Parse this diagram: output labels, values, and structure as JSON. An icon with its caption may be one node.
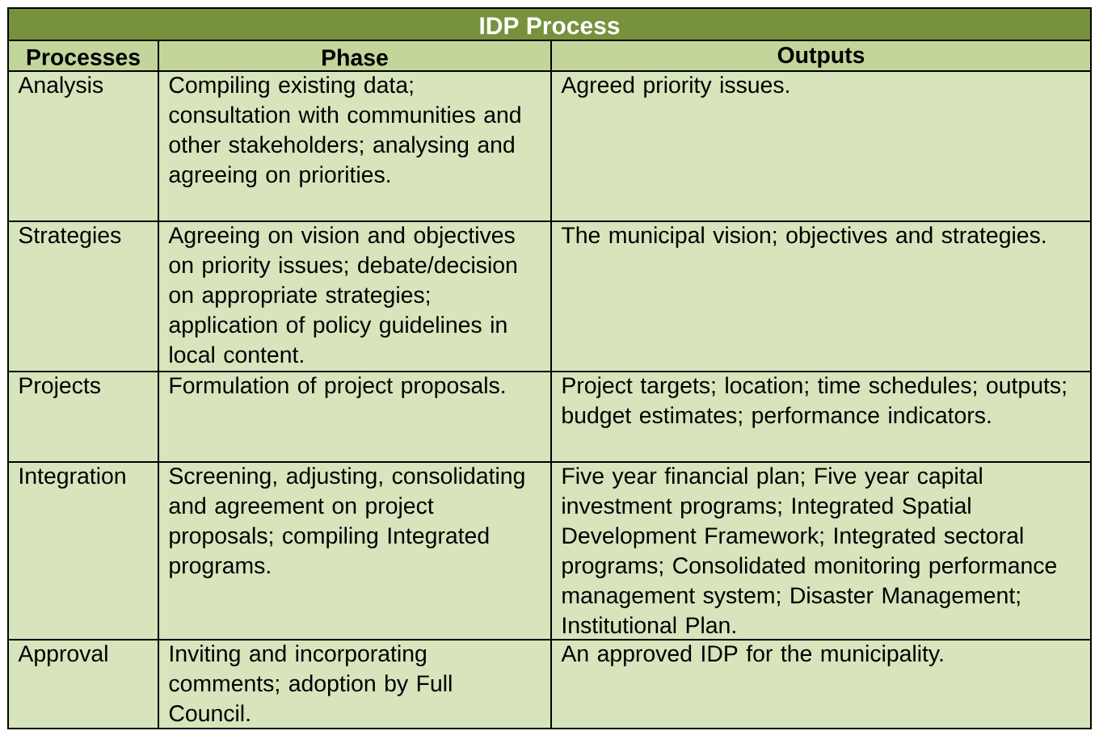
{
  "diagram": {
    "title": "IDP Process",
    "labels": [
      "Processes",
      "Phase",
      "Outputs",
      "Analysis",
      "Compiling existing data; consultation with communities and other stakeholders; analysing and agreeing on priorities.",
      "Agreed priority issues.",
      "Strategies",
      "Agreeing on vision and objectives on priority issues; debate/decision on appropriate strategies; application of policy guidelines in local content.",
      "The municipal vision; objectives and strategies.",
      "Projects",
      "Formulation of project proposals.",
      "Project targets; location; time schedules; outputs; budget estimates; performance indicators.",
      "Integration",
      "Screening, adjusting, consolidating and agreement on project proposals; compiling Integrated programs.",
      "Five year financial plan; Five year capital investment programs; Integrated Spatial Development Framework; Integrated sectoral programs; Consolidated monitoring performance management system; Disaster Management; Institutional Plan.",
      "Approval",
      "Inviting and incorporating comments; adoption by Full Council.",
      "An approved IDP for the municipality."
    ]
  }
}
